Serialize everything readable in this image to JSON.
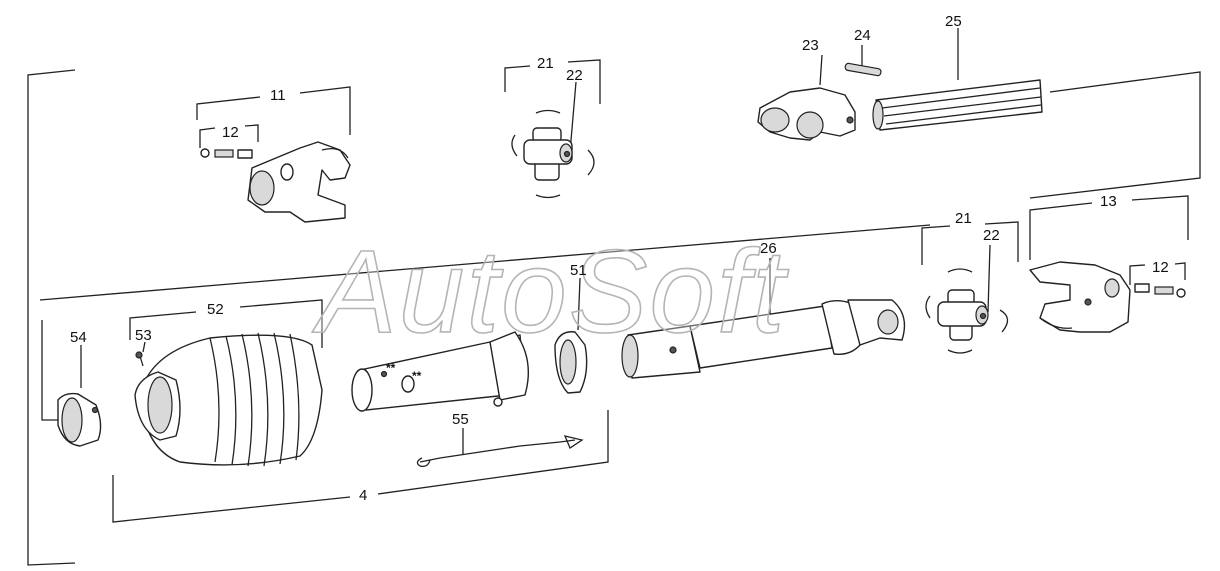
{
  "watermark": "AutoSoft",
  "labels": {
    "l4": "4",
    "l11": "11",
    "l12a": "12",
    "l12b": "12",
    "l13": "13",
    "l21a": "21",
    "l21b": "21",
    "l22a": "22",
    "l22b": "22",
    "l23": "23",
    "l24": "24",
    "l25": "25",
    "l26": "26",
    "l51": "51",
    "l52": "52",
    "l53": "53",
    "l54": "54",
    "l55": "55"
  },
  "marks": {
    "star_a": "**",
    "star_b": "**"
  }
}
